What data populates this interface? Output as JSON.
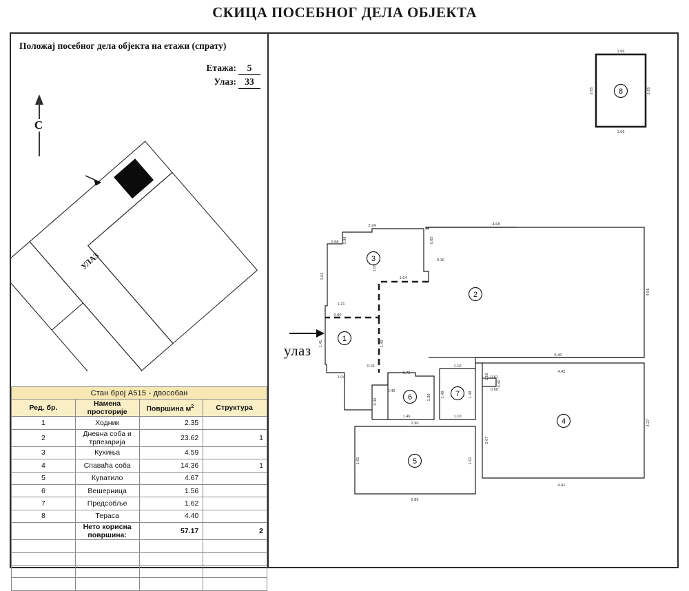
{
  "document": {
    "title": "СКИЦА ПОСЕБНОГ ДЕЛА ОБЈЕКТА"
  },
  "left_panel": {
    "position_caption": "Положај посебног дела објекта на етажи (спрату)",
    "floor": {
      "label": "Етажа:",
      "value": "5"
    },
    "entrance": {
      "label": "Улаз:",
      "value": "33"
    },
    "north_arrow": {
      "letter": "С",
      "name": "north-arrow"
    },
    "site_plan": {
      "entrance_label": "УЛАЗ"
    }
  },
  "table": {
    "title": "Стан број A515 - двособан",
    "headers": {
      "num": "Ред. бр.",
      "name": "Намена просторије",
      "area": "Површина м",
      "area_sup": "2",
      "structure": "Структура"
    },
    "rows": [
      {
        "num": "1",
        "name": "Ходник",
        "area": "2.35",
        "structure": ""
      },
      {
        "num": "2",
        "name": "Дневна соба и трпезарија",
        "area": "23.62",
        "structure": "1"
      },
      {
        "num": "3",
        "name": "Кухиња",
        "area": "4.59",
        "structure": ""
      },
      {
        "num": "4",
        "name": "Спаваћа соба",
        "area": "14.36",
        "structure": "1"
      },
      {
        "num": "5",
        "name": "Купатило",
        "area": "4.67",
        "structure": ""
      },
      {
        "num": "6",
        "name": "Вешерница",
        "area": "1.56",
        "structure": ""
      },
      {
        "num": "7",
        "name": "Предсобље",
        "area": "1.62",
        "structure": ""
      },
      {
        "num": "8",
        "name": "Тераса",
        "area": "4.40",
        "structure": ""
      }
    ],
    "total": {
      "num": "",
      "name": "Нето корисна површина:",
      "area": "57.17",
      "structure": "2"
    },
    "empty_rows": 4
  },
  "right_panel": {
    "entrance_marker": {
      "label": "улаз"
    },
    "room_numbers": [
      "1",
      "2",
      "3",
      "4",
      "5",
      "6",
      "7",
      "8"
    ],
    "dimensions": {
      "room3_top": "2.24",
      "room3_left_short": "0.98",
      "room3_left": "0.58",
      "room3_inner": "1.64",
      "room3_vert": "1.02",
      "room2_top": "4.68",
      "room2_right": "4.06",
      "room2_left_top": "0.65",
      "room2_node": "0.10",
      "room1_left": "1.41",
      "room1_top": "1.21",
      "room1_sub": "0.90",
      "room1_bottom": "1.04",
      "room1_vert": "1.40",
      "room1_tick": "0.15",
      "hall_vert": "1.08",
      "room6_top": "0.75",
      "room6_left": "0.36",
      "room6_mid": "0.40",
      "room6_bottom": "1.46",
      "room6_right": "1.36",
      "room7_top": "1.10",
      "room7_bottom": "1.10",
      "room7_left": "1.48",
      "room7_right": "1.48",
      "room5_top": "2.90",
      "room5_bottom": "2.89",
      "room5_left": "1.61",
      "room5_right": "1.61",
      "room4_top": "4.42",
      "room4_bottom": "4.41",
      "room4_right": "3.27",
      "room4_left": "2.07",
      "room4_notch_a": "0.61",
      "room4_notch_b": "0.60",
      "room4_notch_c": "0.40",
      "corridor_top": "6.40",
      "corridor_left": "1.16",
      "room8_top": "1.66",
      "room8_bottom": "1.66",
      "room8_left": "2.65",
      "room8_right": "2.65"
    }
  }
}
